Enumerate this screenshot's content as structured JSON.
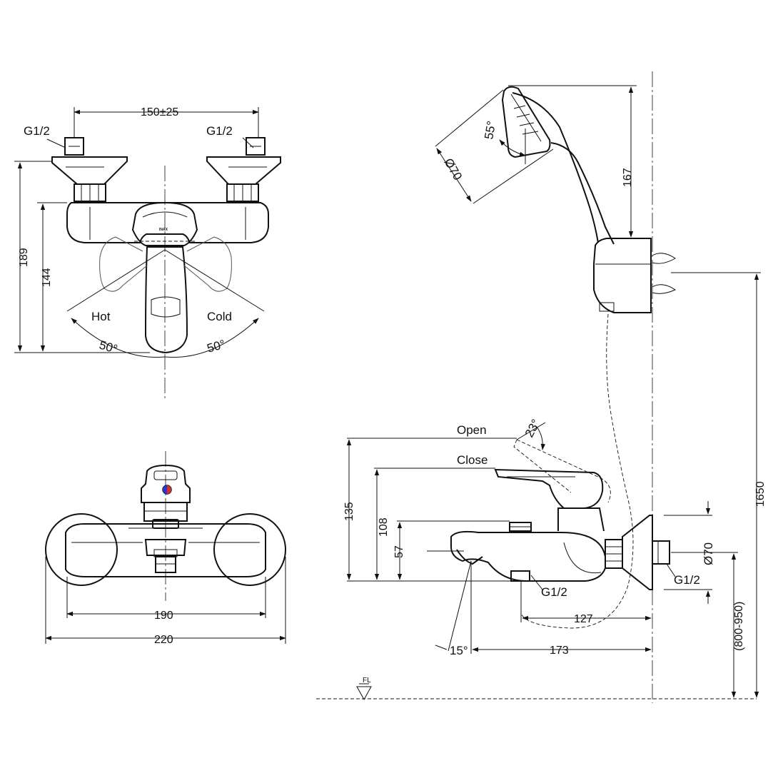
{
  "front": {
    "dim_inlet_spacing": "150±25",
    "inlet_left": "G1/2",
    "inlet_right": "G1/2",
    "dim_height_total": "189",
    "dim_height_body": "144",
    "hot_label": "Hot",
    "cold_label": "Cold",
    "angle_hot": "50°",
    "angle_cold": "50°",
    "handle_marking": "INAX"
  },
  "handshower": {
    "angle": "55°",
    "diameter": "Ø70",
    "dim_height": "167"
  },
  "side": {
    "open_label": "Open",
    "close_label": "Close",
    "angle_lever": "23°",
    "dim_135": "135",
    "dim_108": "108",
    "dim_57": "57",
    "outlet_thread": "G1/2",
    "flange_thread": "G1/2",
    "flange_diameter": "Ø70",
    "dim_127": "127",
    "dim_173": "173",
    "spout_angle": "15°",
    "dim_holder_height": "1650",
    "dim_mount_range": "(800-950)",
    "floor_label": "FL"
  },
  "bottom": {
    "dim_inner_width": "190",
    "dim_outer_width": "220"
  }
}
